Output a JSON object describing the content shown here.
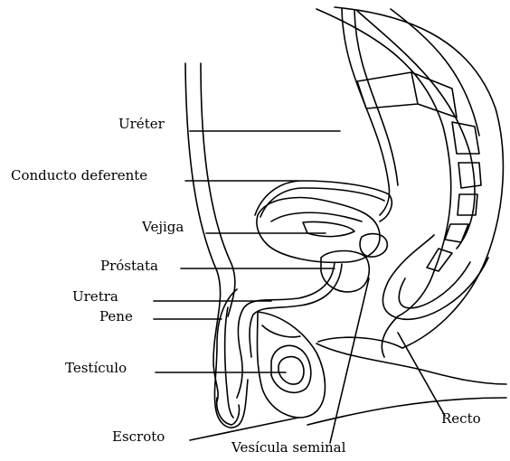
{
  "labels": {
    "ureter": "Uréter",
    "conducto": "Conducto deferente",
    "vejiga": "Vejiga",
    "prostata": "Próstata",
    "uretra": "Uretra",
    "pene": "Pene",
    "testiculo": "Testículo",
    "escroto": "Escroto",
    "vesicula": "Vesícula seminal",
    "recto": "Recto"
  },
  "colors": {
    "line": "#000000",
    "background": "#ffffff"
  }
}
